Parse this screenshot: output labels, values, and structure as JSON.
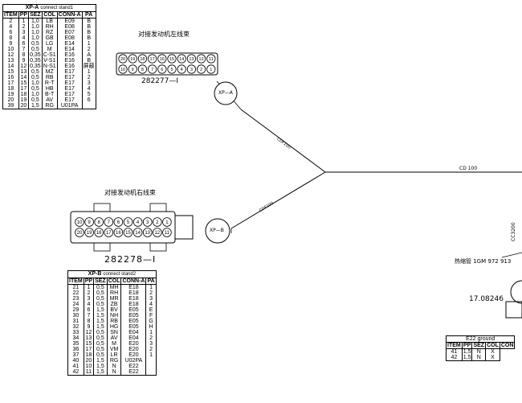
{
  "xpa": {
    "caption_name": "XP-A",
    "caption_desc": "connect stand1",
    "headers": [
      "ITEM",
      "PP",
      "SEZ",
      "COL",
      "CONN-A",
      "PA"
    ],
    "rows": [
      [
        "2",
        "1",
        "1,0",
        "LB",
        "E09",
        "B"
      ],
      [
        "4",
        "2",
        "1,0",
        "RH",
        "E08",
        "B"
      ],
      [
        "6",
        "3",
        "1,0",
        "RZ",
        "E07",
        "B"
      ],
      [
        "8",
        "4",
        "1,0",
        "GB",
        "E08",
        "B"
      ],
      [
        "9",
        "6",
        "0,5",
        "LG",
        "E14",
        "1"
      ],
      [
        "10",
        "7",
        "0,5",
        "M",
        "E14",
        "2"
      ],
      [
        "12",
        "8",
        "0,35",
        "C-S1",
        "E16",
        "A"
      ],
      [
        "13",
        "9",
        "0,35",
        "V-S1",
        "E16",
        "B"
      ],
      [
        "14",
        "12",
        "0,35",
        "N-S1",
        "E16",
        "屏蔽"
      ],
      [
        "15",
        "13",
        "0,5",
        "MZ",
        "E17",
        "1"
      ],
      [
        "16",
        "14",
        "0,5",
        "RB",
        "E17",
        "2"
      ],
      [
        "17",
        "15",
        "1,0",
        "R-T",
        "E17",
        "3"
      ],
      [
        "18",
        "17",
        "0,5",
        "HB",
        "E17",
        "4"
      ],
      [
        "19",
        "18",
        "1,0",
        "B-T",
        "E17",
        "5"
      ],
      [
        "20",
        "19",
        "0,5",
        "AV",
        "E17",
        "6"
      ],
      [
        "39",
        "20",
        "1,5",
        "RG",
        "U01PA",
        ""
      ]
    ]
  },
  "xpb": {
    "caption_name": "XP-B",
    "caption_desc": "connect stand2",
    "headers": [
      "ITEM",
      "PP",
      "SEZ",
      "COL",
      "CONN-A",
      "PA"
    ],
    "rows": [
      [
        "21",
        "1",
        "0,5",
        "MH",
        "E18",
        "1"
      ],
      [
        "22",
        "2",
        "0,5",
        "RH",
        "E18",
        "2"
      ],
      [
        "23",
        "3",
        "0,5",
        "MR",
        "E18",
        "3"
      ],
      [
        "24",
        "4",
        "0,5",
        "ZB",
        "E18",
        "4"
      ],
      [
        "29",
        "6",
        "1,5",
        "BV",
        "E05",
        "E"
      ],
      [
        "30",
        "7",
        "1,5",
        "NH",
        "E05",
        "F"
      ],
      [
        "31",
        "8",
        "1,5",
        "RB",
        "E05",
        "G"
      ],
      [
        "32",
        "9",
        "1,5",
        "HG",
        "E05",
        "H"
      ],
      [
        "33",
        "12",
        "0,5",
        "SN",
        "E04",
        "1"
      ],
      [
        "34",
        "13",
        "0,5",
        "AV",
        "E04",
        "2"
      ],
      [
        "35",
        "15",
        "0,5",
        "M",
        "E20",
        "3"
      ],
      [
        "36",
        "17",
        "0,5",
        "VM",
        "E20",
        "2"
      ],
      [
        "37",
        "18",
        "0,5",
        "LR",
        "E20",
        "1"
      ],
      [
        "40",
        "20",
        "1,5",
        "RG",
        "U02PA",
        ""
      ],
      [
        "41",
        "10",
        "1,5",
        "N",
        "E22",
        ""
      ],
      [
        "42",
        "11",
        "1,5",
        "N",
        "E22",
        ""
      ]
    ]
  },
  "e22": {
    "caption": "E22 ground",
    "headers": [
      "ITEM",
      "PP",
      "SEZ",
      "COL",
      "CON"
    ],
    "rows": [
      [
        "41",
        "1,5",
        "N",
        "X"
      ],
      [
        "42",
        "1,5",
        "N",
        "X"
      ]
    ]
  },
  "labels": {
    "left_engine_harness": "对接发动机左线束",
    "right_engine_harness": "对接发动机右线束",
    "part_left": "282277—I",
    "part_right": "282278—I",
    "bubble_a": "XP—A",
    "bubble_b": "XP—B",
    "branch_upper": "CDF100",
    "branch_lower": "CDF100",
    "main_trunk": "CD 100",
    "heat_shrink": "热缩管 1GM 972 913",
    "ref_number": "17.08246",
    "vertical_code": "CC3200"
  },
  "connector_left": {
    "top_row": [
      20,
      19,
      18,
      17,
      16,
      15,
      14,
      13,
      12,
      11
    ],
    "bottom_row": [
      10,
      9,
      8,
      7,
      6,
      5,
      4,
      3,
      2,
      1
    ]
  },
  "connector_right": {
    "top_row": [
      10,
      9,
      8,
      7,
      6,
      5,
      4,
      3,
      2,
      1
    ],
    "bottom_row": [
      20,
      19,
      18,
      17,
      16,
      15,
      14,
      13,
      12,
      11
    ]
  }
}
